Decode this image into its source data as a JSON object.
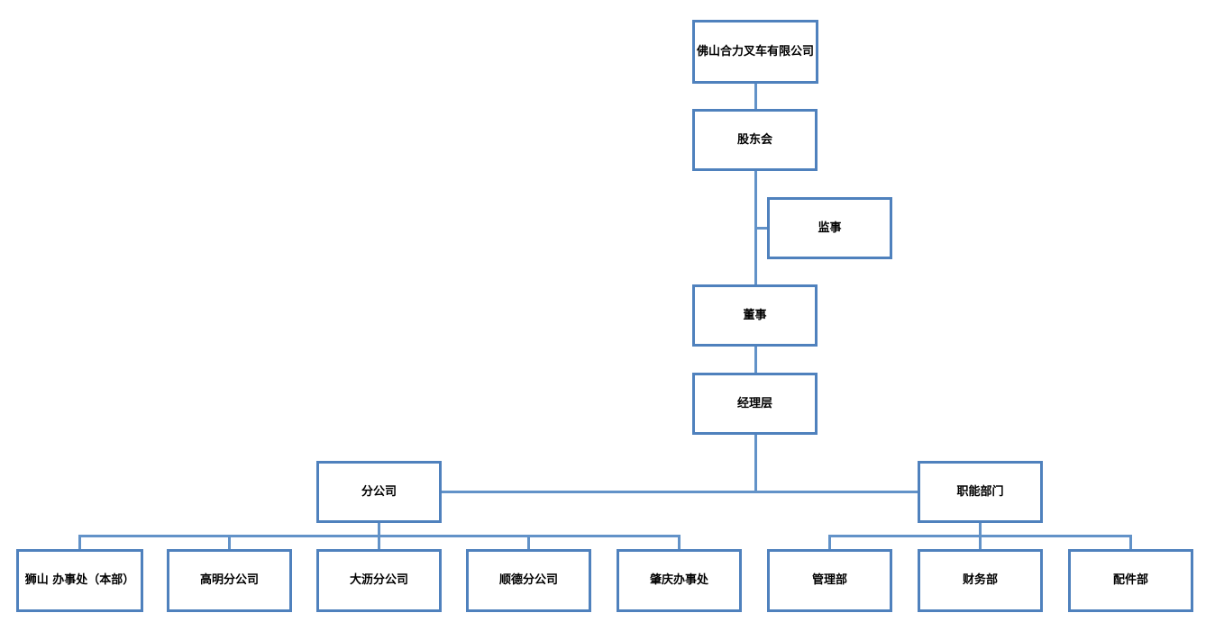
{
  "page": {
    "background_color": "#ffffff"
  },
  "org_chart": {
    "type": "organization-chart",
    "accent_color": "#4f81bd",
    "connector_color": "#6292c8",
    "text_color": "#000000",
    "nodes": [
      {
        "id": "company",
        "label": "佛山合力叉车有限公司",
        "parent": null,
        "level": 1
      },
      {
        "id": "shareholders",
        "label": "股东会",
        "parent": "company",
        "level": 2
      },
      {
        "id": "supervisor",
        "label": "监事",
        "parent": "shareholders",
        "level": 3
      },
      {
        "id": "directors",
        "label": "董事",
        "parent": "shareholders",
        "level": 3
      },
      {
        "id": "management",
        "label": "经理层",
        "parent": "directors",
        "level": 4
      },
      {
        "id": "branches",
        "label": "分公司",
        "parent": "management",
        "level": 5
      },
      {
        "id": "functional",
        "label": "职能部门",
        "parent": "management",
        "level": 5
      },
      {
        "id": "shishan",
        "label": "狮山 办事处（本部）",
        "parent": "branches",
        "level": 6
      },
      {
        "id": "gaoming",
        "label": "高明分公司",
        "parent": "branches",
        "level": 6
      },
      {
        "id": "dali",
        "label": "大沥分公司",
        "parent": "branches",
        "level": 6
      },
      {
        "id": "shunde",
        "label": "顺德分公司",
        "parent": "branches",
        "level": 6
      },
      {
        "id": "zhaoqing",
        "label": "肇庆办事处",
        "parent": "branches",
        "level": 6
      },
      {
        "id": "mgmt_dept",
        "label": "管理部",
        "parent": "functional",
        "level": 6
      },
      {
        "id": "finance_dept",
        "label": "财务部",
        "parent": "functional",
        "level": 6
      },
      {
        "id": "parts_dept",
        "label": "配件部",
        "parent": "functional",
        "level": 6
      }
    ]
  }
}
